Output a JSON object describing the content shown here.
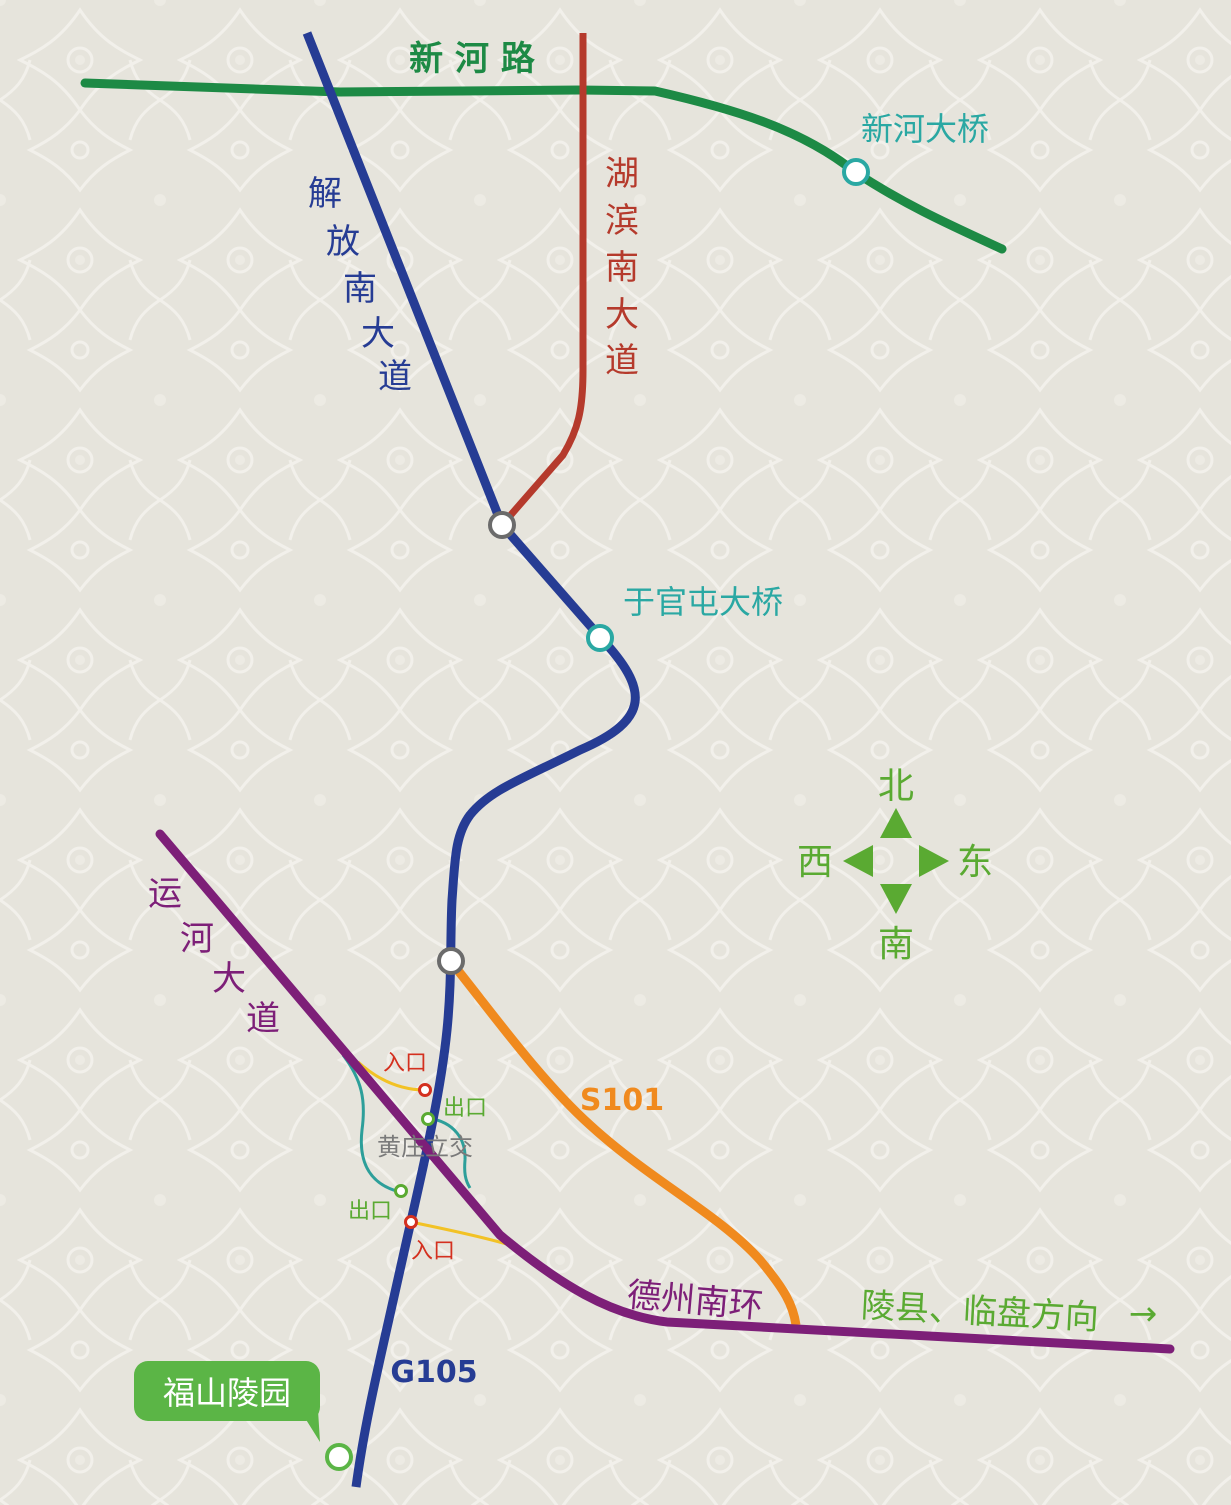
{
  "colors": {
    "background": "#e6e4dc",
    "pattern": "#f3f2ec",
    "xinhe_road": "#1d8a45",
    "jiefang_road": "#263c94",
    "hubin_road": "#b53a2c",
    "s101": "#f08a1e",
    "yunhe_road": "#7d1f78",
    "bridge_label": "#2aa8a3",
    "compass": "#5aaa32",
    "node_gray": "#6b6b6b",
    "ramp_yellow": "#f2c225",
    "ramp_teal": "#2d9f9a",
    "entrance": "#d4301f",
    "exit": "#5aaa32",
    "label_gray": "#7a7a7a",
    "destination": "#5bb546"
  },
  "roads": {
    "xinhe": "新 河 路",
    "jiefang": [
      "解",
      "放",
      "南",
      "大",
      "道"
    ],
    "hubin": [
      "湖",
      "滨",
      "南",
      "大",
      "道"
    ],
    "yunhe": [
      "运",
      "河",
      "大",
      "道"
    ],
    "s101": "S101",
    "g105": "G105",
    "dezhou_ring": "德州南环"
  },
  "bridges": {
    "xinhe_bridge": "新河大桥",
    "yuguantun_bridge": "于官屯大桥"
  },
  "interchange": {
    "name": "黄庄立交",
    "entrance_1": "入口",
    "exit_1": "出口",
    "exit_2": "出口",
    "entrance_2": "入口"
  },
  "direction": {
    "text": "陵县、临盘方向",
    "arrow": "→"
  },
  "compass": {
    "north": "北",
    "east": "东",
    "south": "南",
    "west": "西"
  },
  "destination": {
    "name": "福山陵园"
  }
}
